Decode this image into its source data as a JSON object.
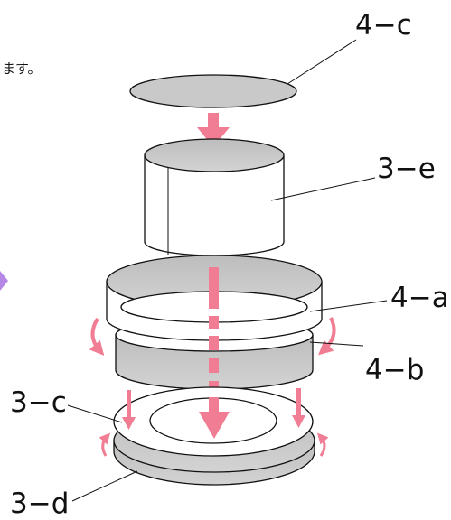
{
  "diagram": {
    "intro_text_fragment": "ます。",
    "labels": {
      "lid": "4−c",
      "cylinder": "3−e",
      "upper_ring": "4−a",
      "lower_band": "4−b",
      "base_ring": "3−c",
      "base_disc": "3−d"
    }
  },
  "colors": {
    "part_grey": "#c9c9c9",
    "arrow_pink": "#f07d93",
    "side_marker_purple": "#b688e6",
    "outline": "#111111"
  },
  "icons": {
    "down_arrow": "down-arrow-icon",
    "rotate_arrow": "rotate-arrow-icon",
    "side_marker": "triangle-pointer-icon"
  }
}
